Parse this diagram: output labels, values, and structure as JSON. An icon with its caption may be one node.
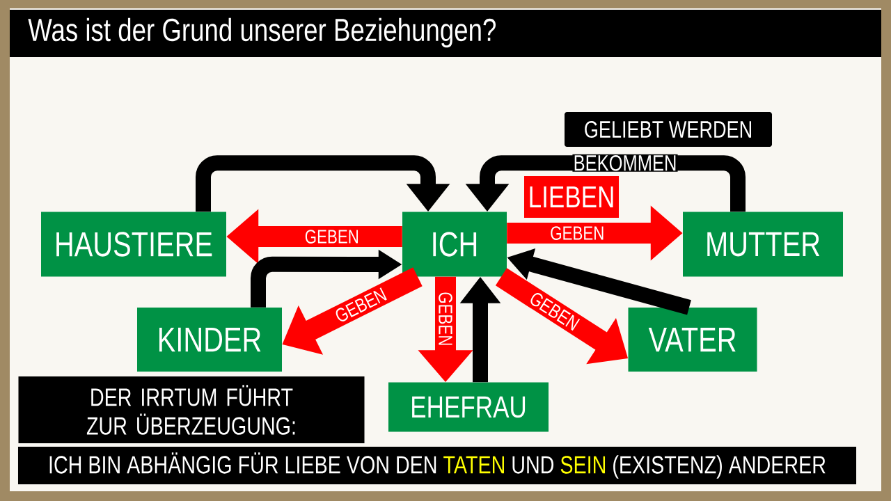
{
  "diagram": {
    "title": "Was ist der Grund unserer Beziehungen?",
    "nodes": [
      {
        "text": [
          "ICH"
        ]
      },
      {
        "text": [
          "HAUSTIERE"
        ]
      },
      {
        "text": [
          "MUTTER"
        ]
      },
      {
        "text": [
          "KINDER"
        ]
      },
      {
        "text": [
          "VATER"
        ]
      },
      {
        "text": [
          "EHEFRAU"
        ]
      },
      {
        "text": [
          "GELIEBT WERDEN"
        ]
      },
      {
        "text": [
          "LIEBEN"
        ]
      },
      {
        "text": [
          "DER IRRTUM FÜHRT ZUR ÜBERZEUGUNG:"
        ]
      },
      {
        "text": [
          "ICH BIN ABHÄNGIG FÜR LIEBE VON DEN",
          "TATEN",
          "UND",
          "SEIN",
          "(EXISTENZ) ANDERER"
        ]
      }
    ],
    "edges": [
      {
        "from": 0,
        "to": 1,
        "arrow": "to",
        "label": "GEBEN",
        "color": "#ff0000"
      },
      {
        "from": 0,
        "to": 2,
        "arrow": "to",
        "label": "GEBEN",
        "color": "#ff0000"
      },
      {
        "from": 0,
        "to": 3,
        "arrow": "to",
        "label": "GEBEN",
        "color": "#ff0000"
      },
      {
        "from": 0,
        "to": 5,
        "arrow": "to",
        "label": "GEBEN",
        "color": "#ff0000"
      },
      {
        "from": 0,
        "to": 4,
        "arrow": "to",
        "label": "GEBEN",
        "color": "#ff0000"
      },
      {
        "from": 1,
        "to": 0,
        "arrow": "to",
        "color": "#000000"
      },
      {
        "from": 2,
        "to": 0,
        "arrow": "to",
        "label": "BEKOMMEN",
        "color": "#000000"
      },
      {
        "from": 3,
        "to": 0,
        "arrow": "to",
        "color": "#000000"
      },
      {
        "from": 5,
        "to": 0,
        "arrow": "to",
        "color": "#000000"
      },
      {
        "from": 4,
        "to": 0,
        "arrow": "to",
        "color": "#000000"
      }
    ]
  }
}
